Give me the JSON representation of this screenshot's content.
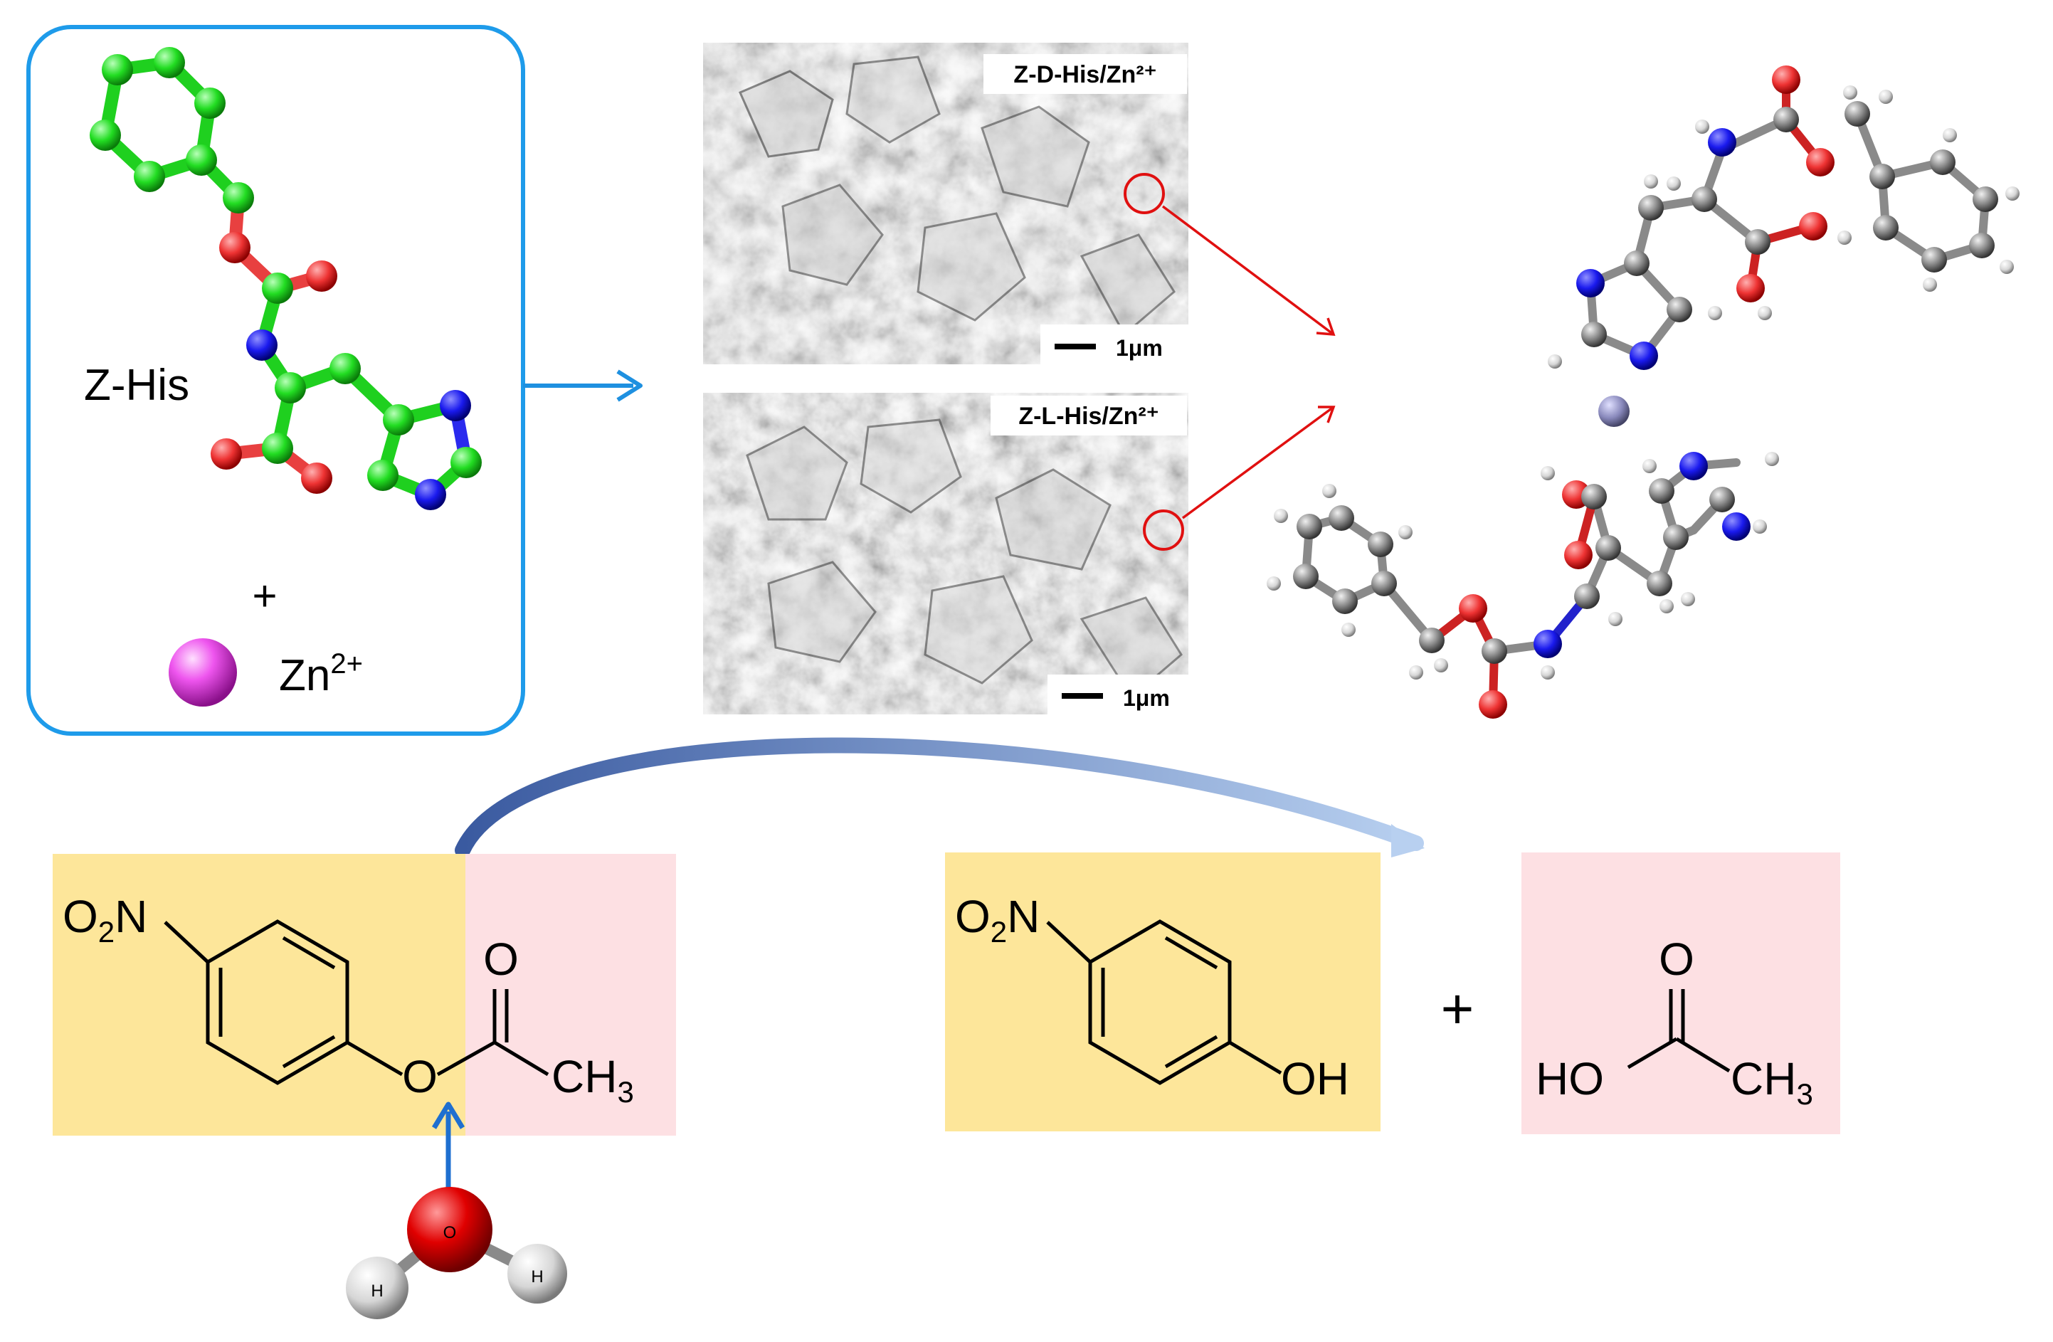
{
  "precursor_box": {
    "molecule_label": "Z-His",
    "plus": "+",
    "ion_base": "Zn",
    "ion_charge": "2+"
  },
  "sem_images": [
    {
      "label": "Z-D-His/Zn²⁺",
      "scale_bar": "1μm"
    },
    {
      "label": "Z-L-His/Zn²⁺",
      "scale_bar": "1μm"
    }
  ],
  "reaction": {
    "reactant": {
      "nitro_O": "O",
      "nitro_sub": "2",
      "nitro_N": "N",
      "ester_O": "O",
      "carbonyl_O": "O",
      "methyl_C": "CH",
      "methyl_sub": "3"
    },
    "water": {
      "oxygen": "O",
      "h_left": "H",
      "h_right": "H"
    },
    "product_phenol": {
      "nitro_O": "O",
      "nitro_sub": "2",
      "nitro_N": "N",
      "hydroxyl": "OH"
    },
    "plus": "+",
    "product_acid": {
      "carbonyl_O": "O",
      "hydroxyl": "HO",
      "methyl_C": "CH",
      "methyl_sub": "3"
    }
  },
  "colors": {
    "box_border": "#1e9bea",
    "arrow_blue": "#1e90e0",
    "arrow_red": "#e01010",
    "yellow_bg": "#fde69a",
    "pink_bg": "#fde0e3",
    "carbon_green": "#22dd22",
    "oxygen_red": "#ee3333",
    "nitrogen_blue": "#1a1aee",
    "zinc_magenta": "#e040e8",
    "carbon_grey": "#8a8a8a"
  }
}
